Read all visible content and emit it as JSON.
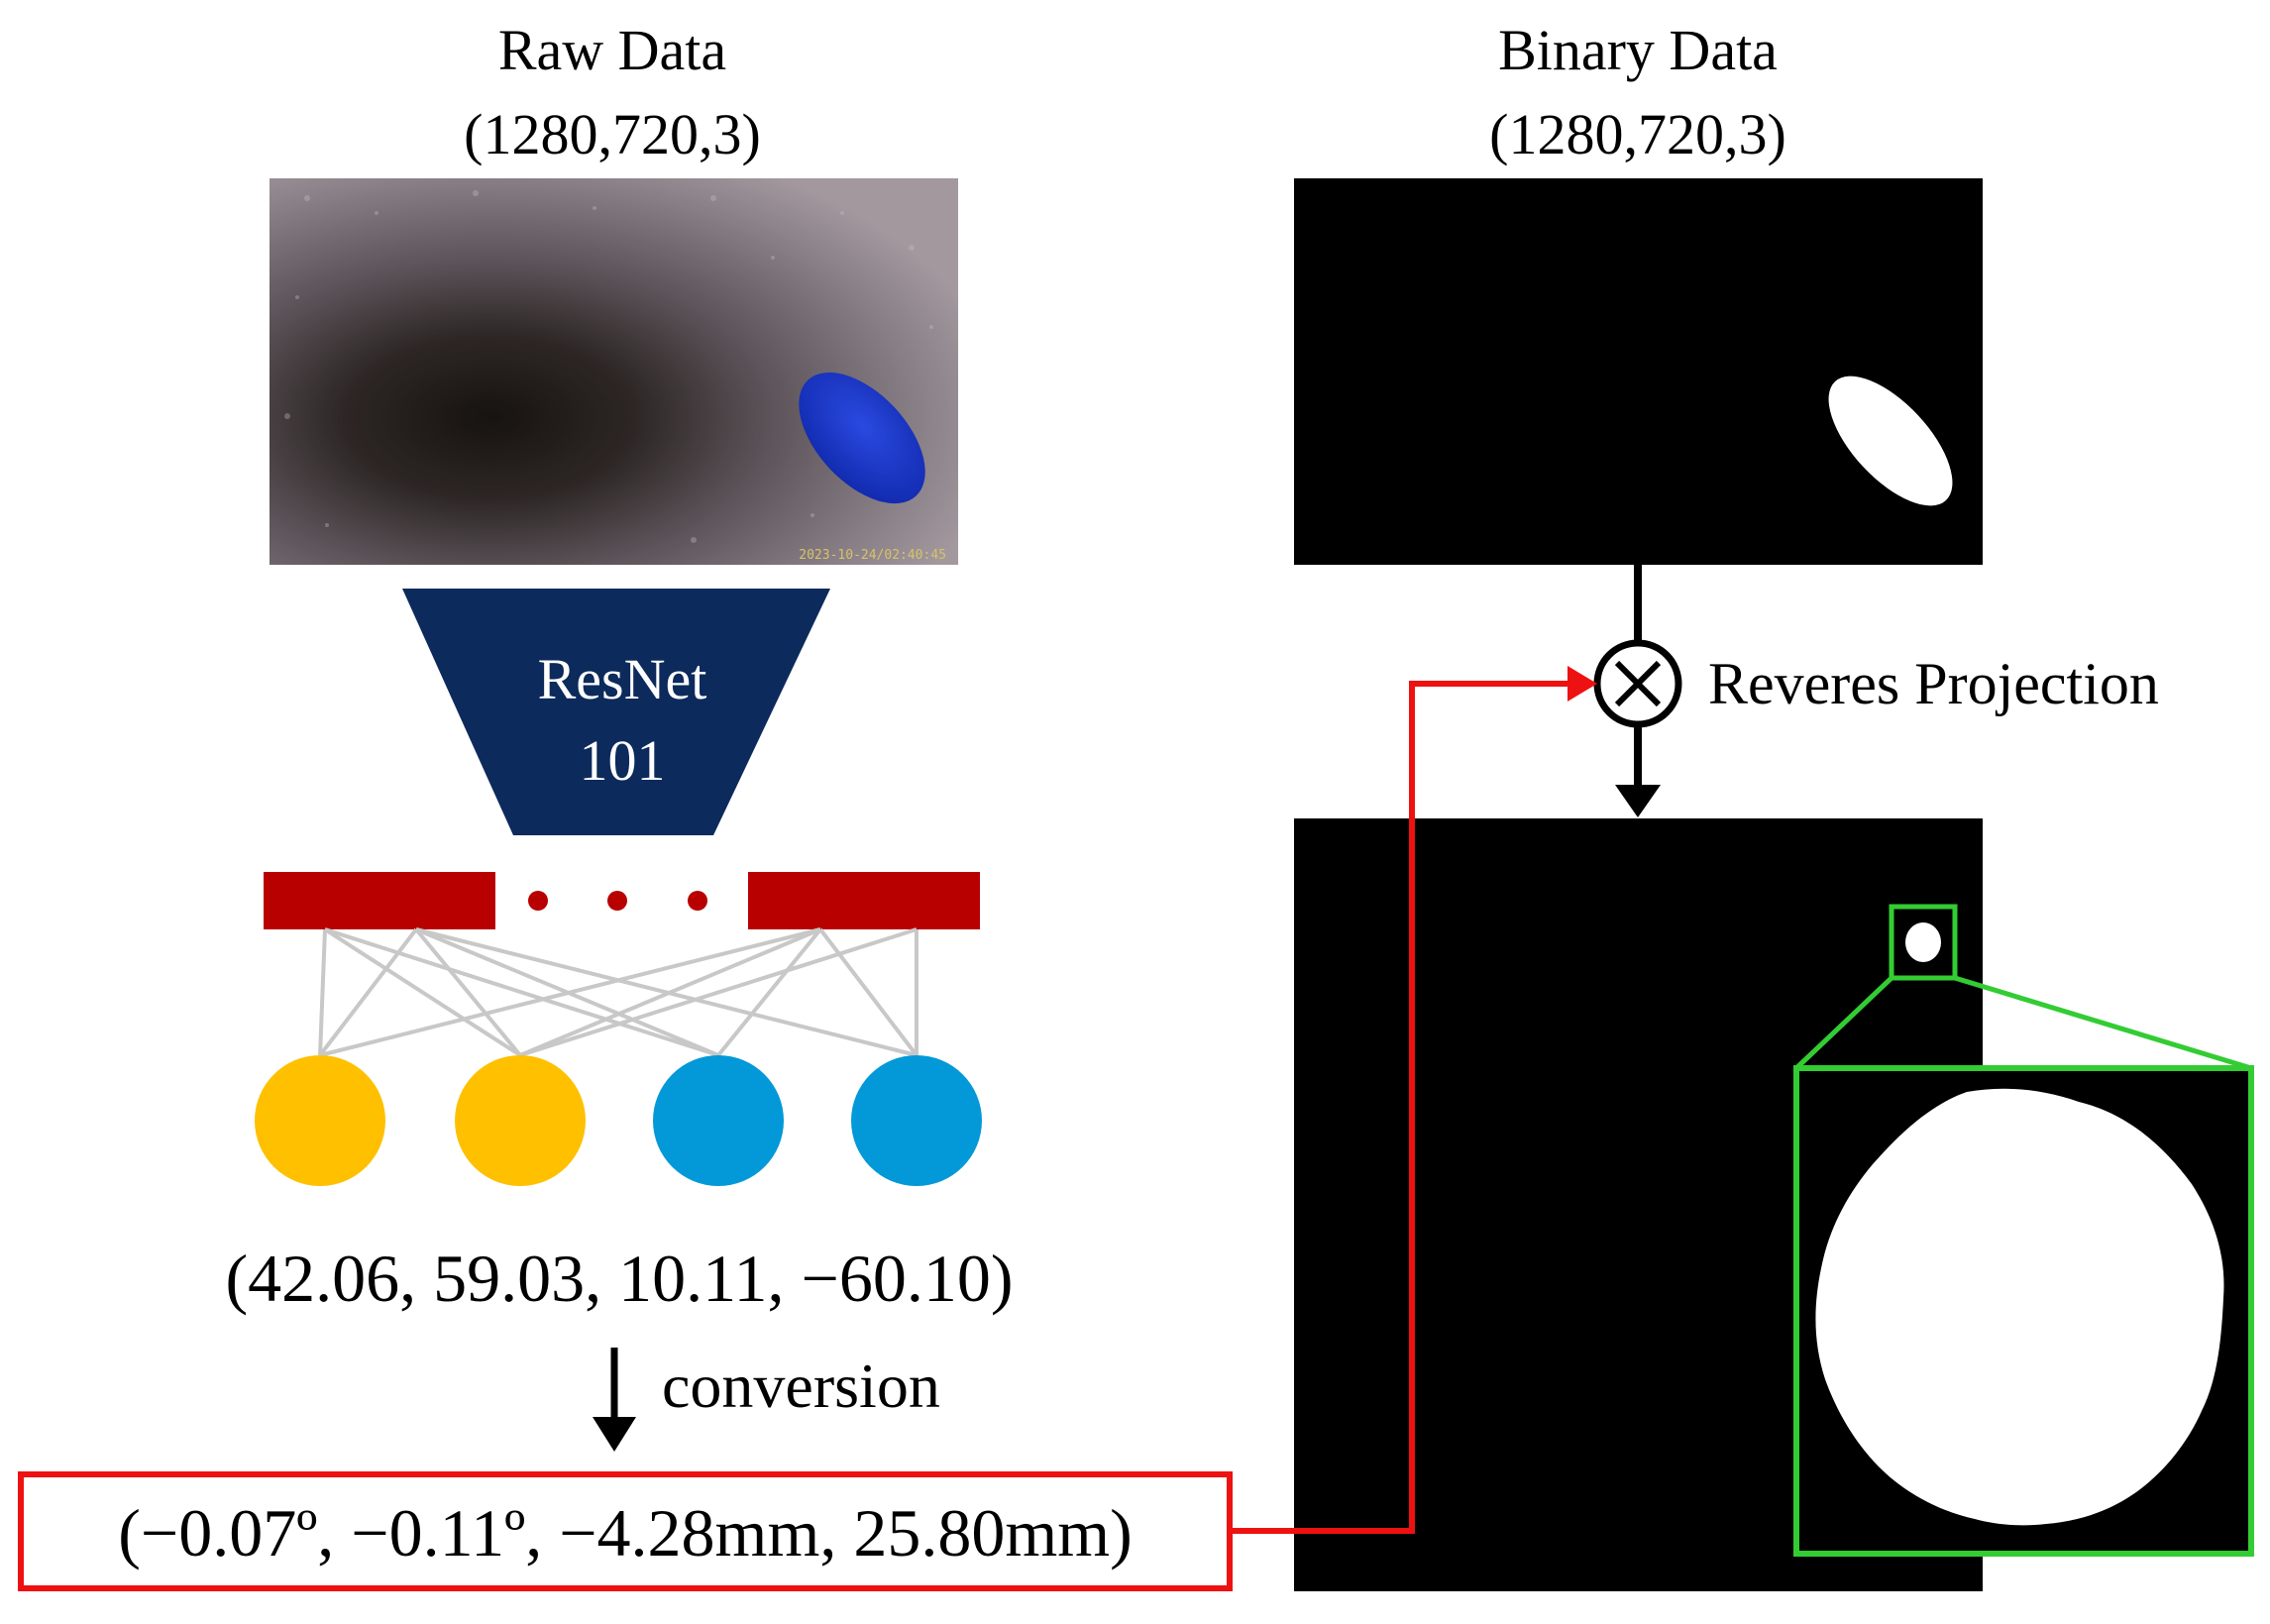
{
  "raw": {
    "title": "Raw Data",
    "shape": "(1280,720,3)",
    "timestamp": "2023-10-24/02:40:45"
  },
  "binary": {
    "title": "Binary Data",
    "shape": "(1280,720,3)"
  },
  "network": {
    "name_line1": "ResNet",
    "name_line2": "101",
    "block_color": "#0d2a5c",
    "layer_color": "#b80000",
    "output_colors": [
      "#ffc000",
      "#ffc000",
      "#0399d8",
      "#0399d8"
    ]
  },
  "prediction": "(42.06, 59.03, 10.11, −60.10)",
  "conversion_label": "conversion",
  "result": "(−0.07º, −0.11º, −4.28mm, 25.80mm)",
  "projection": {
    "label": "Reveres Projection",
    "operator_icon": "circled-times-icon"
  },
  "colors": {
    "highlight_red": "#ee1111",
    "zoom_green": "#33cc33",
    "stone_blue": "#1633c4"
  }
}
